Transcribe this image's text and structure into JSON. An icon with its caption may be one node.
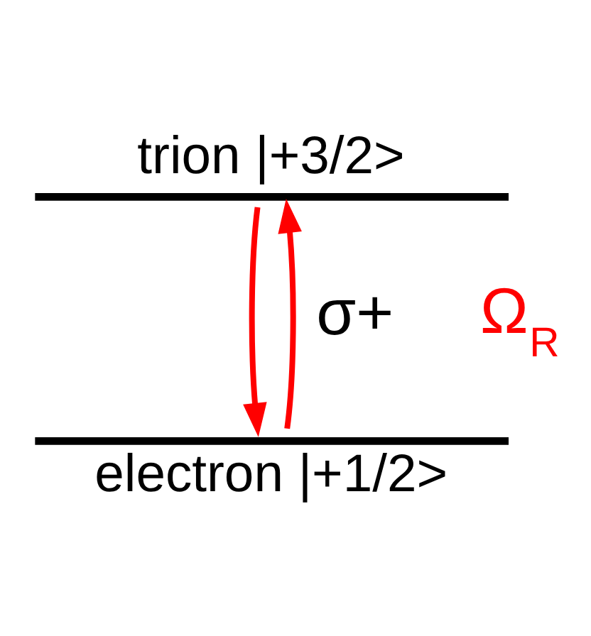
{
  "diagram": {
    "nodes": [
      {
        "text": [
          "trion |+3/2>"
        ]
      },
      {
        "text": [
          "electron |+1/2>"
        ]
      }
    ],
    "edges": [
      {
        "from": 1,
        "to": 0,
        "arrow": "to",
        "color": "#ff0000"
      },
      {
        "from": 0,
        "to": 1,
        "arrow": "to",
        "color": "#ff0000"
      }
    ],
    "labels": [
      "σ+",
      "Ω$_{R}$"
    ]
  }
}
